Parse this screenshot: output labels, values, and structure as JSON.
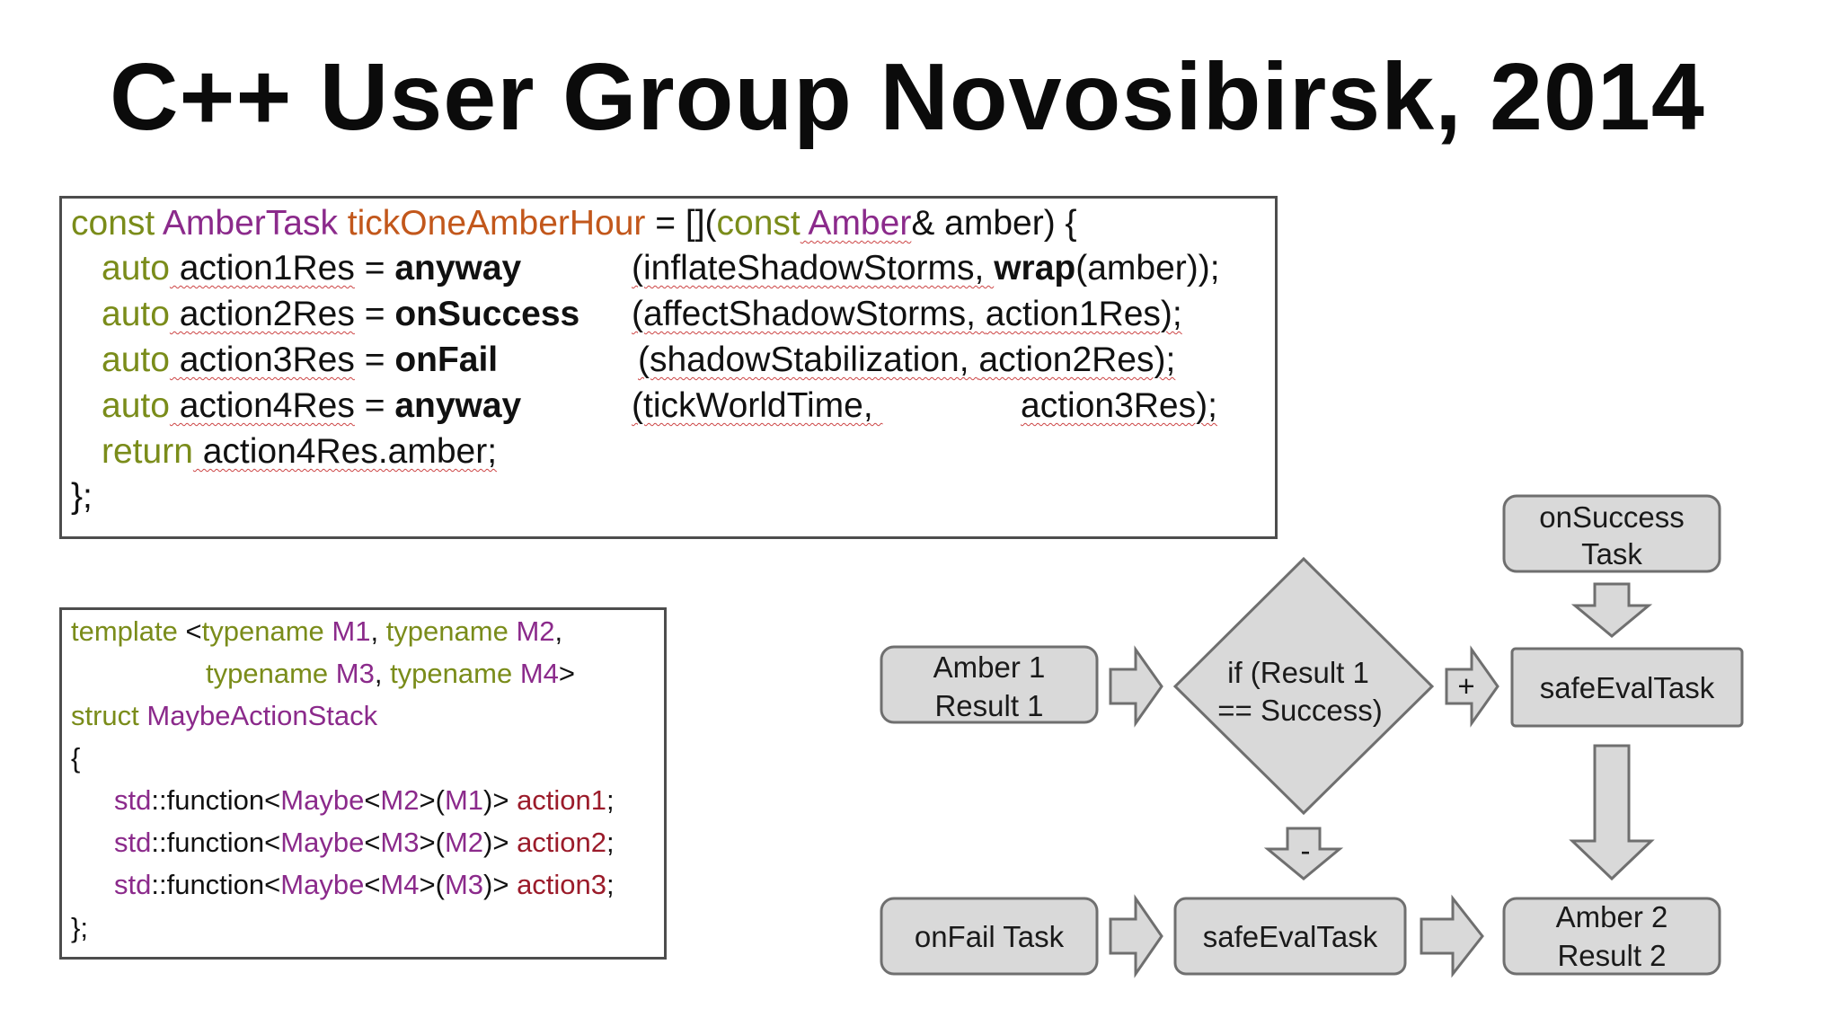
{
  "slide": {
    "title": "C++ User Group Novosibirsk, 2014"
  },
  "code_top": {
    "l1": {
      "a": "const",
      "b": " AmberTask",
      "c": " tickOneAmberHour",
      "d": " = [](",
      "e": "const",
      "f": " Amber",
      "g": "&",
      "h": " amber) {"
    },
    "l2": {
      "a": "auto",
      "b": " action1Res",
      "c": " = ",
      "d": "anyway",
      "e": "(inflateShadowStorms, ",
      "f": "wrap",
      "g": "(amber));"
    },
    "l3": {
      "a": "auto",
      "b": " action2Res",
      "c": " = ",
      "d": "onSuccess",
      "e": "(affectShadowStorms, ",
      "f": "action1Res);"
    },
    "l4": {
      "a": "auto",
      "b": " action3Res",
      "c": " = ",
      "d": "onFail",
      "e": "(shadowStabilization, ",
      "f": "action2Res);"
    },
    "l5": {
      "a": "auto",
      "b": " action4Res",
      "c": " = ",
      "d": "anyway",
      "e": "(tickWorldTime, ",
      "f": "action3Res);"
    },
    "l6": {
      "a": "return",
      "b": " action4Res.amber;"
    },
    "l7": {
      "a": "};"
    }
  },
  "code_bottom": {
    "l1": {
      "a": "template",
      "b": " <",
      "c": "typename",
      "d": " M1",
      "e": ", ",
      "f": "typename",
      "g": " M2",
      "h": ","
    },
    "l2": {
      "a": "typename",
      "b": " M3",
      "c": ", ",
      "d": "typename",
      "e": " M4",
      "f": ">"
    },
    "l3": {
      "a": "struct",
      "b": " MaybeActionStack"
    },
    "l4": {
      "a": "{"
    },
    "l5": {
      "a": "std",
      "b": "::function<",
      "c": "Maybe",
      "d": "<",
      "e": "M2",
      "f": ">(",
      "g": "M1",
      "h": ")> ",
      "i": "action1",
      "j": ";"
    },
    "l6": {
      "a": "std",
      "b": "::function<",
      "c": "Maybe",
      "d": "<",
      "e": "M3",
      "f": ">(",
      "g": "M2",
      "h": ")> ",
      "i": "action2",
      "j": ";"
    },
    "l7": {
      "a": "std",
      "b": "::function<",
      "c": "Maybe",
      "d": "<",
      "e": "M4",
      "f": ">(",
      "g": "M3",
      "h": ")> ",
      "i": "action3",
      "j": ";"
    },
    "l8": {
      "a": "};"
    }
  },
  "flow": {
    "amber1_l1": "Amber 1",
    "amber1_l2": "Result 1",
    "cond_l1": "if (Result 1",
    "cond_l2": "== Success)",
    "plus": "+",
    "minus": "-",
    "onsuccess_l1": "onSuccess",
    "onsuccess_l2": "Task",
    "safe_top": "safeEvalTask",
    "onfail": "onFail Task",
    "safe_bottom": "safeEvalTask",
    "amber2_l1": "Amber 2",
    "amber2_l2": "Result 2"
  },
  "colors": {
    "keyword": "#7a8c1a",
    "type": "#8b2a8b",
    "function": "#c2571b",
    "member": "#9b1b2a",
    "node_fill": "#d9d9d9",
    "node_stroke": "#6f6f6f"
  }
}
